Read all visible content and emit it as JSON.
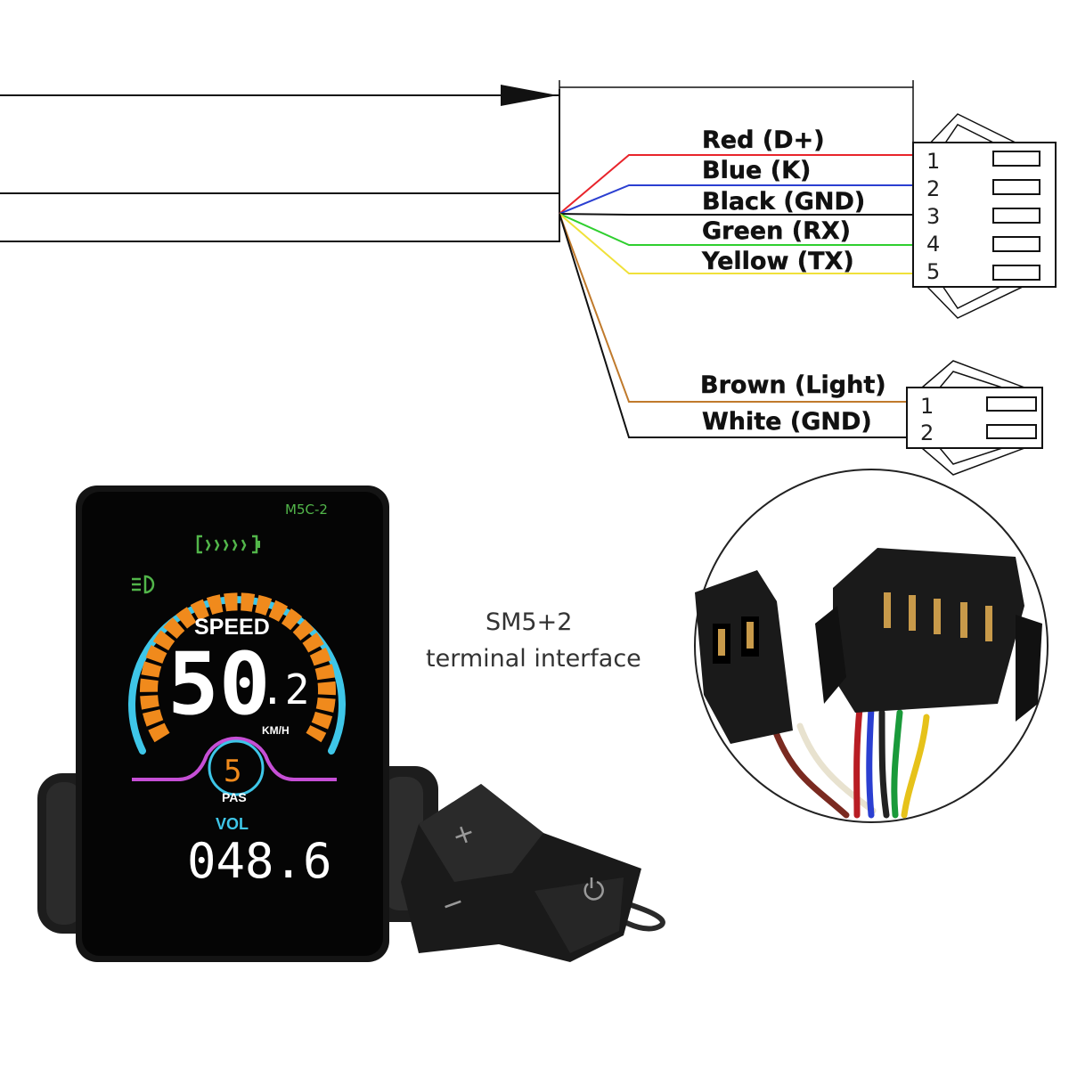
{
  "wiring": {
    "connector_5pin": {
      "wires": [
        {
          "label": "Red  (D+)",
          "color": "#e8242b",
          "pin": "1"
        },
        {
          "label": "Blue  (K)",
          "color": "#2b3fd1",
          "pin": "2"
        },
        {
          "label": "Black  (GND)",
          "color": "#111111",
          "pin": "3"
        },
        {
          "label": "Green  (RX)",
          "color": "#2fcf2f",
          "pin": "4"
        },
        {
          "label": "Yellow  (TX)",
          "color": "#f0e13a",
          "pin": "5"
        }
      ]
    },
    "connector_2pin": {
      "wires": [
        {
          "label": "Brown  (Light)",
          "color": "#c07a2c",
          "pin": "1"
        },
        {
          "label": "White  (GND)",
          "color": "#111111",
          "pin": "2"
        }
      ]
    }
  },
  "display": {
    "model": "M5C-2",
    "speed_label": "SPEED",
    "speed_value": "50.2",
    "speed_int": "50",
    "speed_dec": ".2",
    "speed_unit": "KM/H",
    "pas_value": "5",
    "pas_label": "PAS",
    "vol_label": "VOL",
    "vol_value": "048.6",
    "battery_level_fraction": 1.0,
    "colors": {
      "arc_outer": "#3ec6e8",
      "arc_inner": "#f08a1c",
      "pas_line": "#c64fd6",
      "pas_digit": "#f08a1c",
      "battery": "#52b64a"
    }
  },
  "remote": {
    "plus_symbol": "+",
    "minus_symbol": "−",
    "power_icon": "power-icon"
  },
  "caption": {
    "line1": "SM5+2",
    "line2": "terminal interface"
  }
}
